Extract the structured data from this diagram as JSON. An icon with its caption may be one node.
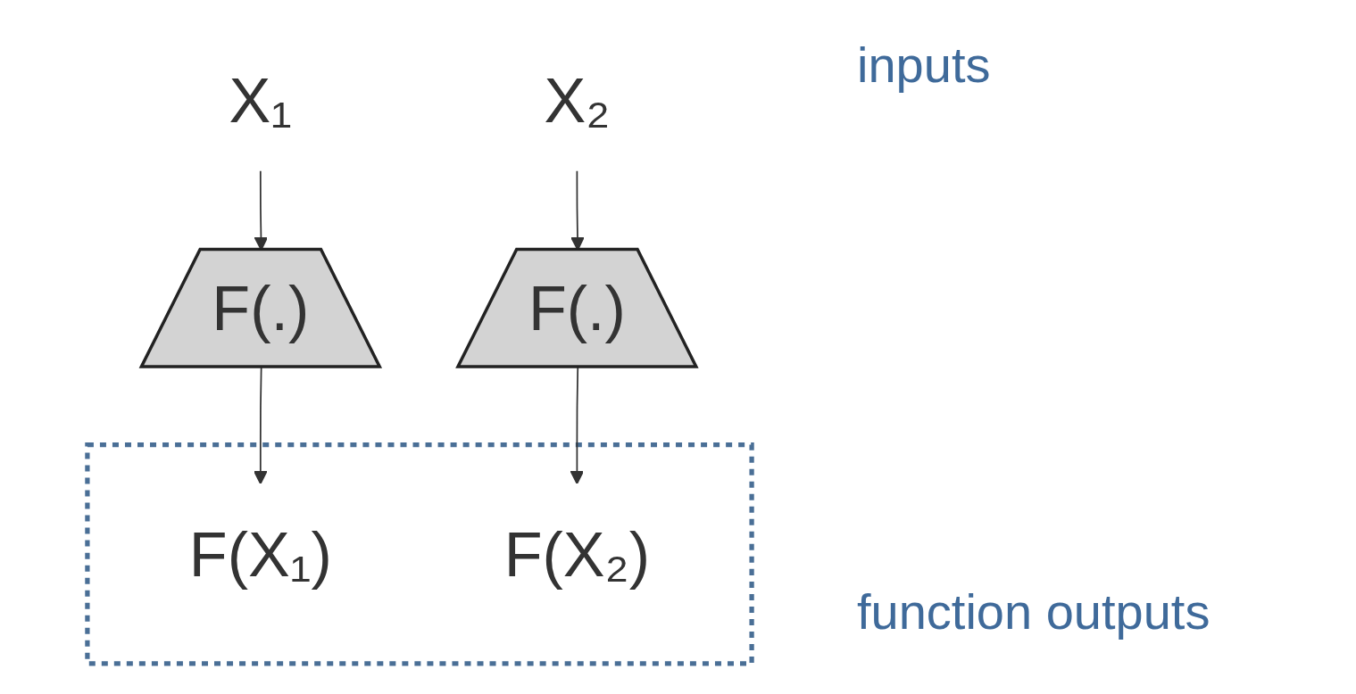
{
  "diagram": {
    "nodes": [
      {
        "text": [
          "X₁"
        ]
      },
      {
        "text": [
          "X₂"
        ]
      },
      {
        "text": [
          "F(.)"
        ]
      },
      {
        "text": [
          "F(.)"
        ]
      },
      {
        "text": [],
        "shape": "box"
      },
      {
        "text": [
          "F(X₁)"
        ],
        "in": 4
      },
      {
        "text": [
          "F(X₂)"
        ],
        "in": 4
      }
    ],
    "edges": [
      {
        "from": 0,
        "to": 2,
        "arrow": "to"
      },
      {
        "from": 1,
        "to": 3,
        "arrow": "to"
      },
      {
        "from": 2,
        "to": 5,
        "arrow": "to"
      },
      {
        "from": 3,
        "to": 6,
        "arrow": "to"
      }
    ],
    "labels": [
      "inputs",
      "function outputs"
    ]
  }
}
